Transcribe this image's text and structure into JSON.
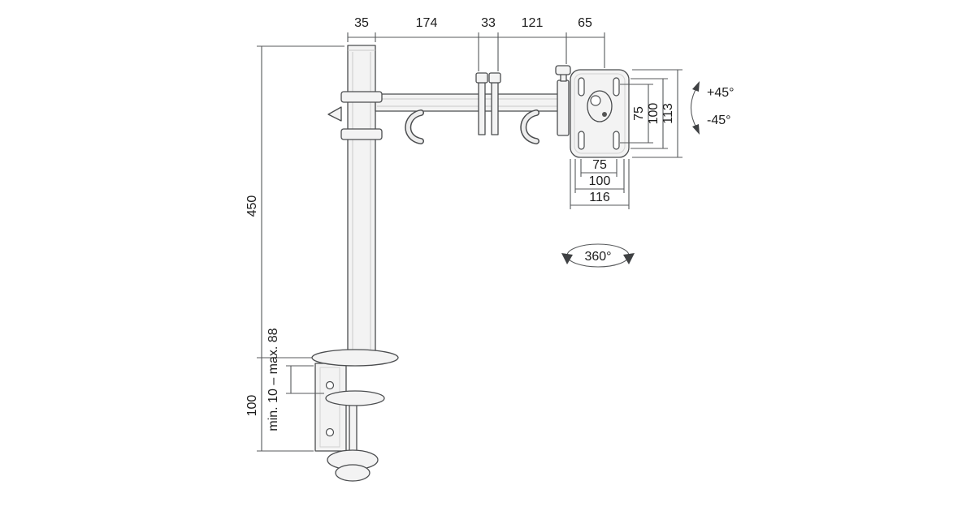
{
  "diagram": {
    "background": "#ffffff",
    "line_color": "#4b4d4f",
    "text_color": "#1c1c1c"
  },
  "dimensions": {
    "top_segments": [
      "35",
      "174",
      "33",
      "121",
      "65"
    ],
    "pole_height": "450",
    "clamp_range": "min. 10 – max. 88",
    "clamp_height": "100",
    "vesa_vertical": [
      "75",
      "100",
      "113"
    ],
    "vesa_horizontal": [
      "75",
      "100",
      "116"
    ],
    "tilt_up": "+45°",
    "tilt_down": "-45°",
    "rotation": "360°"
  }
}
